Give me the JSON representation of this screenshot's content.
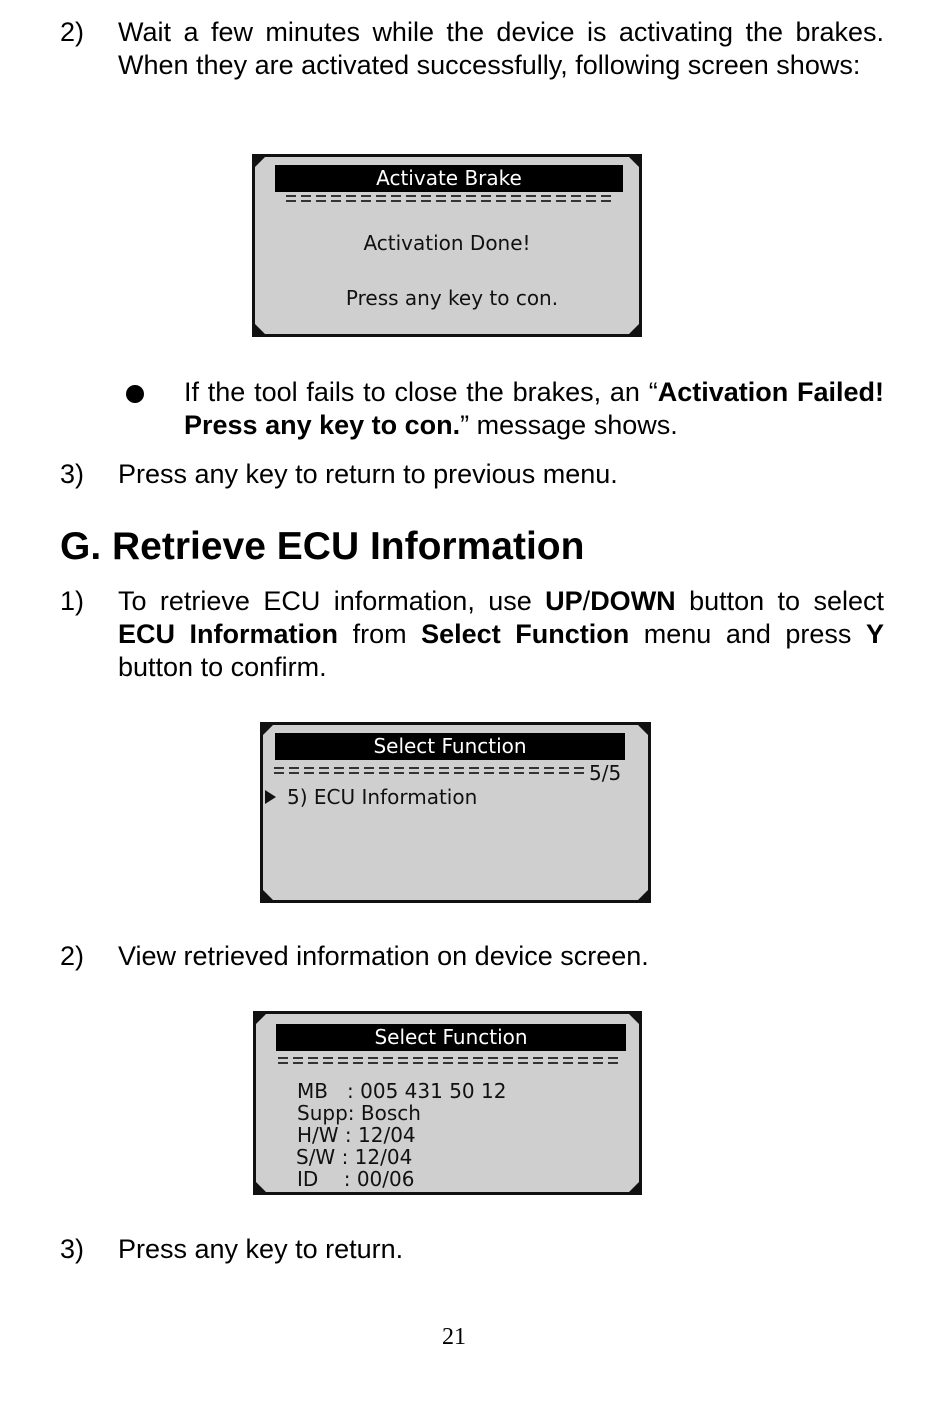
{
  "step2_top": {
    "number": "2)",
    "text": "Wait a few minutes while the device is activating the brakes. When they are activated successfully, following screen shows:"
  },
  "screen1": {
    "title": "Activate Brake",
    "line1": "Activation Done!",
    "line2": "Press any key to con."
  },
  "bullet": {
    "prefix": "If the tool fails to close the brakes, an “",
    "bold": "Activation Failed! Press any key to con.",
    "suffix": "” message shows."
  },
  "step3_top": {
    "number": "3)",
    "text": "Press any key to return to previous menu."
  },
  "heading": "G. Retrieve ECU Information",
  "step1": {
    "number": "1)",
    "t1": "To retrieve ECU information, use ",
    "b1": "UP",
    "t2": "/",
    "b2": "DOWN",
    "t3": " button to select ",
    "b3": "ECU Information",
    "t4": " from ",
    "b4": "Select Function",
    "t5": " menu and press ",
    "b5": "Y",
    "t6": " button to confirm."
  },
  "screen2": {
    "title": "Select Function",
    "page": "5/5",
    "item": "5) ECU Information"
  },
  "step2_bottom": {
    "number": "2)",
    "text": "View retrieved information on device screen."
  },
  "screen3": {
    "title": "Select Function",
    "lines": [
      "MB   : 005 431 50 12",
      "Supp: Bosch",
      "H/W : 12/04",
      "S/W : 12/04",
      "ID    : 00/06"
    ]
  },
  "step3_bottom": {
    "number": "3)",
    "text": "Press any key to return."
  },
  "page_number": "21"
}
